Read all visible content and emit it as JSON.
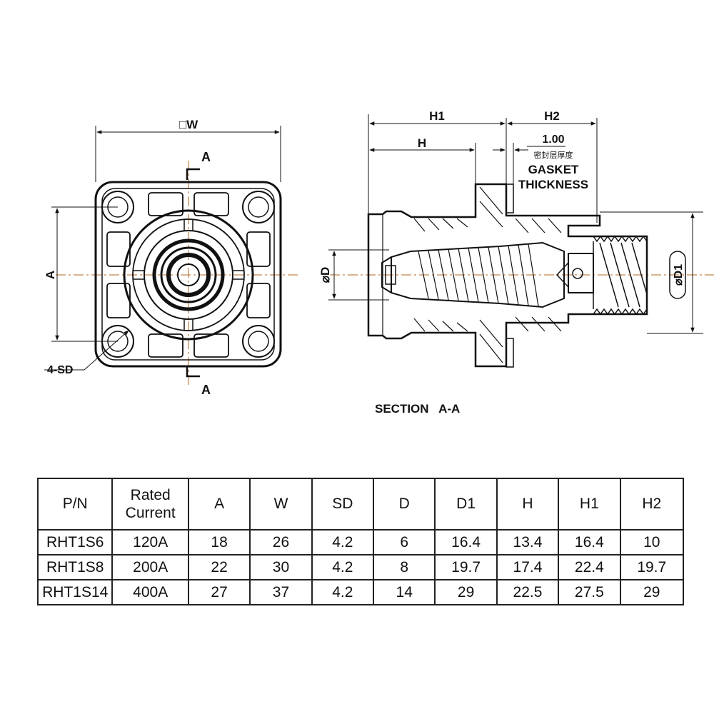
{
  "front_view": {
    "width_label": "□W",
    "height_label": "A",
    "hole_label": "4-SD",
    "section_mark_top": "A",
    "section_mark_bottom": "A"
  },
  "section_view": {
    "title": "SECTION   A-A",
    "h1_label": "H1",
    "h2_label": "H2",
    "h_label": "H",
    "gasket_value": "1.00",
    "gasket_cn": "密封层厚度",
    "gasket_text_line1": "GASKET",
    "gasket_text_line2": "THICKNESS",
    "d_label": "⌀D",
    "d1_label": "⌀D1"
  },
  "table": {
    "headers": [
      "P/N",
      "Rated Current",
      "A",
      "W",
      "SD",
      "D",
      "D1",
      "H",
      "H1",
      "H2"
    ],
    "rows": [
      [
        "RHT1S6",
        "120A",
        "18",
        "26",
        "4.2",
        "6",
        "16.4",
        "13.4",
        "16.4",
        "10"
      ],
      [
        "RHT1S8",
        "200A",
        "22",
        "30",
        "4.2",
        "8",
        "19.7",
        "17.4",
        "22.4",
        "19.7"
      ],
      [
        "RHT1S14",
        "400A",
        "27",
        "37",
        "4.2",
        "14",
        "29",
        "22.5",
        "27.5",
        "29"
      ]
    ]
  }
}
